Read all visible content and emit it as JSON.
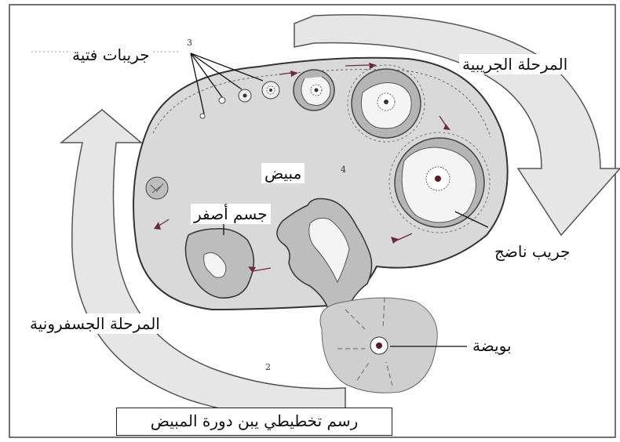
{
  "labels": {
    "primary_follicles": "جريبات فتية",
    "follicular_phase": "المرحلة الجريبية",
    "ovary": "مبيض",
    "corpus_luteum": "جسم أصفر",
    "mature_follicle": "جريب ناضج",
    "luteal_phase": "المرحلة الجسفرونية",
    "ovum": "بويضة"
  },
  "numbers": {
    "n2": "2",
    "n3": "3",
    "n4": "4"
  },
  "caption": "رسم تخطيطي يبن دورة المبيض",
  "colors": {
    "ovary_fill": "#d9d9d9",
    "arrow_fill": "#e6e6e6",
    "follicle_fill": "#b5b5b5",
    "arrow_head": "#6b2a3a"
  }
}
